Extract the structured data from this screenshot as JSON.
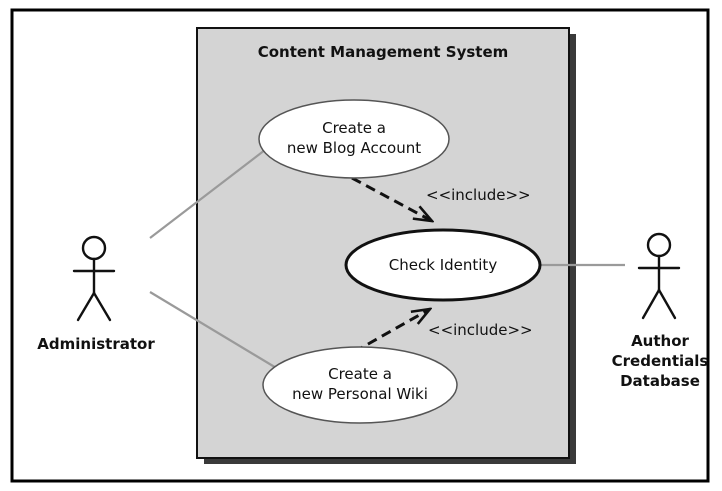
{
  "system": {
    "title": "Content Management System"
  },
  "actors": {
    "administrator": "Administrator",
    "author_credentials_database": [
      "Author",
      "Credentials",
      "Database"
    ]
  },
  "use_cases": {
    "create_blog_account": [
      "Create a",
      "new Blog Account"
    ],
    "check_identity": "Check Identity",
    "create_personal_wiki": [
      "Create a",
      "new Personal Wiki"
    ]
  },
  "relationships": {
    "include_top": "<<include>>",
    "include_bottom": "<<include>>"
  },
  "colors": {
    "system_fill": "#d4d4d4",
    "use_case_fill": "#ffffff",
    "association_line": "#9a9a9a",
    "stroke": "#111111",
    "outer_frame": "#000000"
  }
}
